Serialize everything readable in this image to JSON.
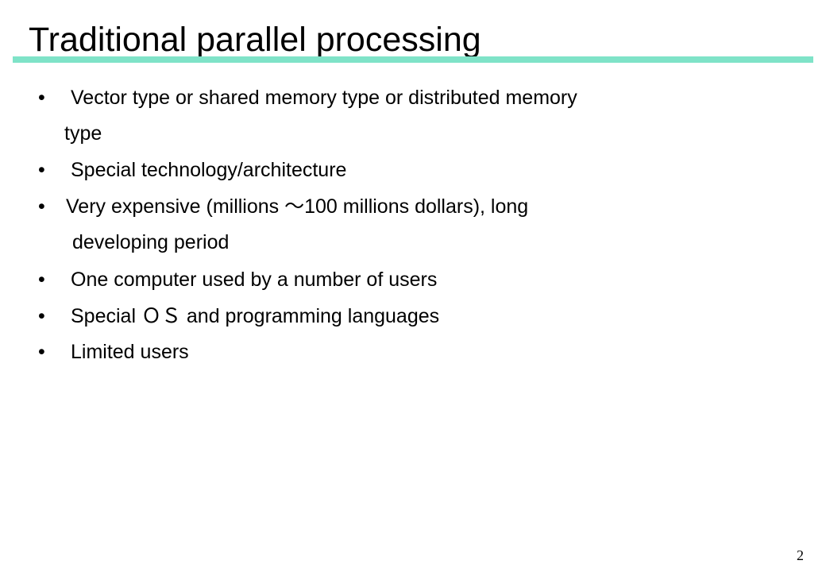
{
  "slide": {
    "title": "Traditional parallel processing",
    "bullet_symbol": "•",
    "bullets": [
      {
        "lines": [
          "Vector type or shared memory type or distributed memory",
          "type"
        ]
      },
      {
        "lines": [
          "Special technology/architecture"
        ]
      },
      {
        "lines": [
          "Very expensive (millions ～100 millions dollars), long",
          "developing period"
        ]
      },
      {
        "lines": [
          "One computer used by a number of users"
        ]
      },
      {
        "lines": [
          "Special ＯＳ and programming languages"
        ]
      },
      {
        "lines": [
          "Limited users"
        ]
      }
    ],
    "page_number": "2",
    "accent_color": "#7fe3c8"
  }
}
